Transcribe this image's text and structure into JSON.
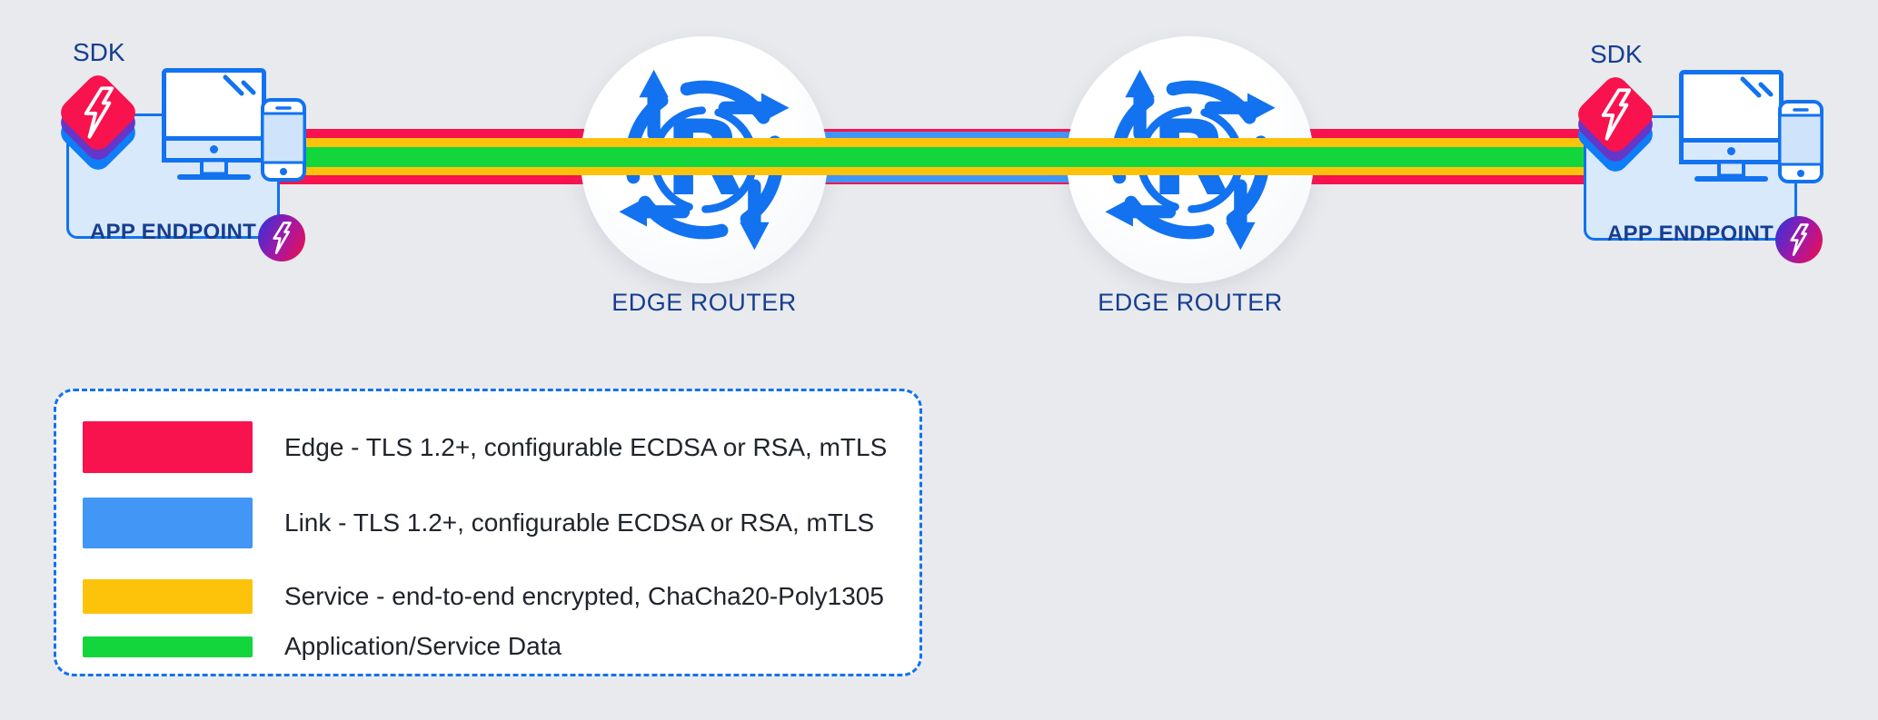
{
  "colors": {
    "background": "#E8EAED",
    "primary": "#1272F0",
    "navy": "#163E91",
    "legend_text": "#20242B",
    "box_fill": "#D8E9FC",
    "screen_fill": "#CFE4FB",
    "edge": "#F8124E",
    "link": "#4196F6",
    "service": "#FDC30B",
    "data": "#13D53C",
    "stack_purple": "#6636C9",
    "stack_blue": "#0E7DF7",
    "badge_from": "#3B2FD4",
    "badge_mid": "#A318A5",
    "badge_to": "#E60F57"
  },
  "nodes": {
    "endpoint_left": {
      "sdk_label": "SDK",
      "label": "APP ENDPOINT"
    },
    "endpoint_right": {
      "sdk_label": "SDK",
      "label": "APP ENDPOINT"
    },
    "router_left": {
      "label": "EDGE ROUTER"
    },
    "router_right": {
      "label": "EDGE ROUTER"
    }
  },
  "legend": {
    "items": [
      {
        "label": "Edge - TLS 1.2+, configurable ECDSA or RSA, mTLS",
        "color": "edge"
      },
      {
        "label": "Link - TLS 1.2+, configurable ECDSA or RSA, mTLS",
        "color": "link"
      },
      {
        "label": "Service - end-to-end encrypted, ChaCha20-Poly1305",
        "color": "service"
      },
      {
        "label": "Application/Service Data",
        "color": "data"
      }
    ]
  }
}
